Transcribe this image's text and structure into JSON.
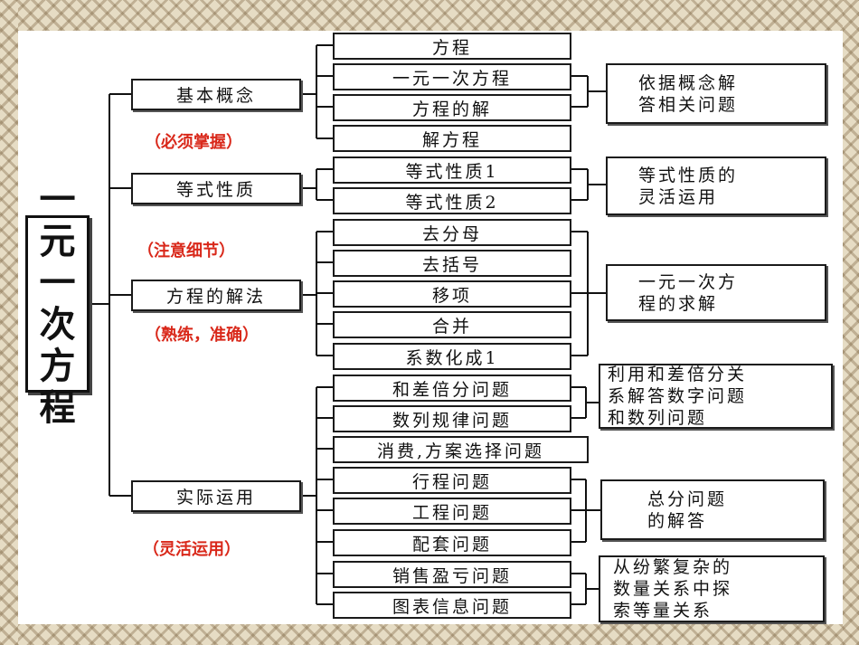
{
  "title_chars": [
    "一",
    "元",
    "一",
    "次",
    "方",
    "程"
  ],
  "categories": [
    {
      "label": "基本概念",
      "hint": "（必须掌握）"
    },
    {
      "label": "等式性质",
      "hint": "（注意细节）"
    },
    {
      "label": "方程的解法",
      "hint": "（熟练，准确）"
    },
    {
      "label": "实际运用",
      "hint": "（灵活运用）"
    }
  ],
  "items": [
    "方程",
    "一元一次方程",
    "方程的解",
    "解方程",
    "等式性质1",
    "等式性质2",
    "去分母",
    "去括号",
    "移项",
    "合并",
    "系数化成1",
    "和差倍分问题",
    "数列规律问题",
    "消费,方案选择问题",
    "行程问题",
    "工程问题",
    "配套问题",
    "销售盈亏问题",
    "图表信息问题"
  ],
  "notes": [
    [
      "依据概念解",
      "答相关问题"
    ],
    [
      "等式性质的",
      "灵活运用"
    ],
    [
      "一元一次方",
      "程的求解"
    ],
    [
      "利用和差倍分关",
      "系解答数字问题",
      "和数列问题"
    ],
    [
      "总分问题",
      "的解答"
    ],
    [
      "从纷繁复杂的",
      "数量关系中探",
      "索等量关系"
    ]
  ]
}
